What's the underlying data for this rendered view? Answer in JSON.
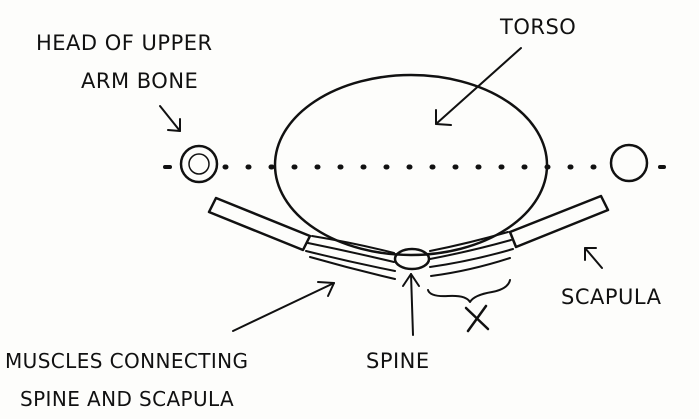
{
  "labels": {
    "head_of_upper_arm_bone_line1": "HEAD OF UPPER",
    "head_of_upper_arm_bone_line2": "ARM BONE",
    "torso": "TORSO",
    "scapula": "SCAPULA",
    "spine": "SPINE",
    "muscles_line1": "MUSCLES CONNECTING",
    "muscles_line2": "SPINE AND SCAPULA",
    "gap_marker": "X"
  }
}
